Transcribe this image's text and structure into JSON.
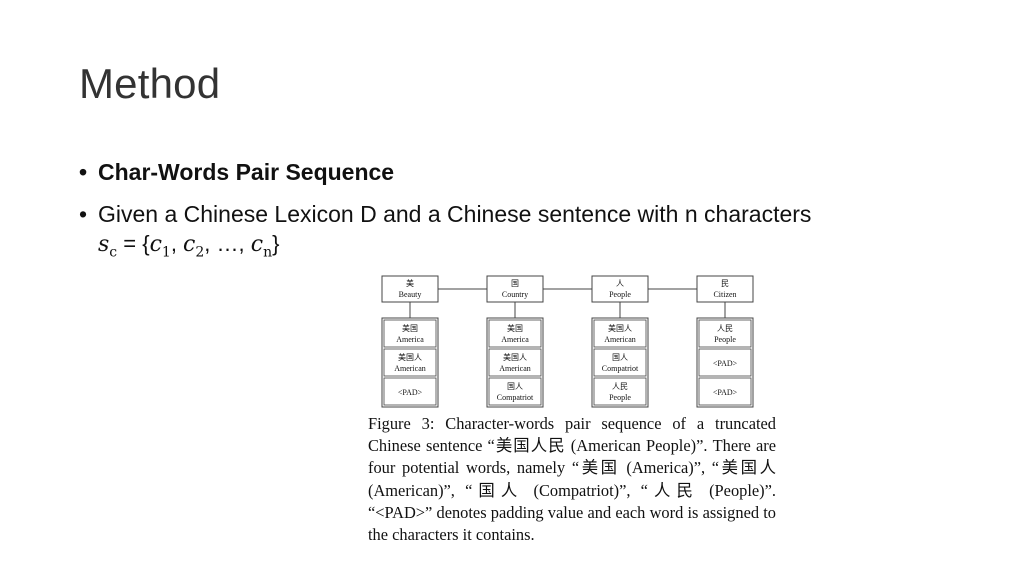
{
  "slide": {
    "title": "Method",
    "bullets": [
      {
        "marker": "•",
        "text": "Char-Words Pair Sequence"
      },
      {
        "marker": "•",
        "text": "Given a Chinese Lexicon D and a Chinese sentence with n characters"
      }
    ],
    "formula": {
      "lhs_var": "s",
      "lhs_sub": "c",
      "eq_open": " = {",
      "c1": "c",
      "c1_sub": "1",
      "sep1": ", ",
      "c2": "c",
      "c2_sub": "2",
      "sep2": ", …, ",
      "cn": "c",
      "cn_sub": "n",
      "close": "}"
    }
  },
  "figure": {
    "top_row": [
      {
        "char": "美",
        "gloss": "Beauty"
      },
      {
        "char": "国",
        "gloss": "Country"
      },
      {
        "char": "人",
        "gloss": "People"
      },
      {
        "char": "民",
        "gloss": "Citizen"
      }
    ],
    "columns": [
      [
        {
          "word": "美国",
          "gloss": "America"
        },
        {
          "word": "美国人",
          "gloss": "American"
        },
        {
          "word": "",
          "gloss": "<PAD>"
        }
      ],
      [
        {
          "word": "美国",
          "gloss": "America"
        },
        {
          "word": "美国人",
          "gloss": "American"
        },
        {
          "word": "国人",
          "gloss": "Compatriot"
        }
      ],
      [
        {
          "word": "美国人",
          "gloss": "American"
        },
        {
          "word": "国人",
          "gloss": "Compatriot"
        },
        {
          "word": "人民",
          "gloss": "People"
        }
      ],
      [
        {
          "word": "人民",
          "gloss": "People"
        },
        {
          "word": "",
          "gloss": "<PAD>"
        },
        {
          "word": "",
          "gloss": "<PAD>"
        }
      ]
    ],
    "caption": "Figure 3:  Character-words pair sequence of a truncated Chinese sentence “美国人民 (American People)”.  There are four potential words, namely “美国 (America)”, “美国人 (American)”, “国人 (Compatriot)”, “人民 (People)”.  “<PAD>” denotes padding value and each word is assigned to the characters it contains."
  },
  "colors": {
    "box_border": "#444444",
    "text": "#111111",
    "title": "#333333"
  }
}
